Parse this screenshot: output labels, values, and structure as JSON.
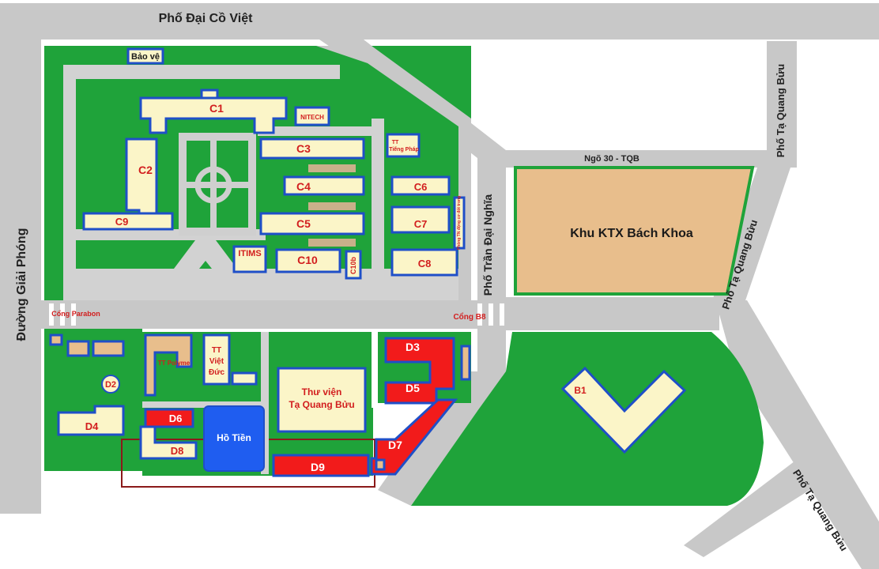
{
  "colors": {
    "road": "#c8c8c8",
    "grass": "#1fa33a",
    "path": "#d2d2d2",
    "building": "#fbf5c8",
    "building_border": "#1f4fc8",
    "building_red": "#f21b1b",
    "lake": "#1f5df0",
    "dorm": "#e8be8c",
    "label_red": "#d21e1e"
  },
  "roads": {
    "top": "Phố Đại Cồ Việt",
    "left": "Đường Giải Phóng",
    "tran_dai_nghia": "Phố Trần Đại Nghĩa",
    "ngo30": "Ngõ 30 - TQB",
    "ta_quang_buu_1": "Phố Tạ Quang Bửu",
    "ta_quang_buu_2": "Phố Tạ Quang Bửu",
    "ta_quang_buu_3": "Phố Tạ Quang Bửu"
  },
  "gates": {
    "parabon": "Cổng Parabon",
    "b8": "Cổng B8"
  },
  "buildings": {
    "bao_ve": "Bảo vệ",
    "c1": "C1",
    "c2": "C2",
    "c3": "C3",
    "c4": "C4",
    "c5": "C5",
    "c6": "C6",
    "c7": "C7",
    "c8": "C8",
    "c9": "C9",
    "c10": "C10",
    "c10b": "C10b",
    "nitech": "NITECH",
    "itims": "ITIMS",
    "tt_tieng_phap_1": "TT",
    "tt_tieng_phap_2": "Tiếng Pháp",
    "phong_tn": "Phòng TN động cơ đốt trong",
    "dorm": "Khu KTX Bách Khoa",
    "d2": "D2",
    "d3": "D3",
    "d4": "D4",
    "d5": "D5",
    "d6": "D6",
    "d7": "D7",
    "d8": "D8",
    "d9": "D9",
    "b1": "B1",
    "tt_polyme": "TT Polyme",
    "tt_viet_duc_1": "TT",
    "tt_viet_duc_2": "Việt",
    "tt_viet_duc_3": "Đức",
    "library_1": "Thư viện",
    "library_2": "Tạ Quang Bửu",
    "lake": "Hồ Tiền"
  }
}
